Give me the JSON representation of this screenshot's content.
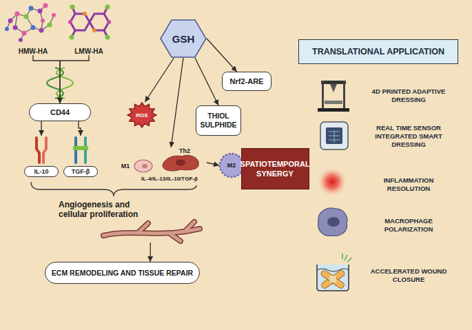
{
  "diagram": {
    "nodes": [
      {
        "text": [
          "HMW-HA"
        ]
      },
      {
        "text": [
          "LMW-HA"
        ]
      },
      {
        "text": [
          "CD44"
        ]
      },
      {
        "text": [
          "IL-10"
        ]
      },
      {
        "text": [
          "TGF-β"
        ]
      },
      {
        "text": [
          "Angiogenesis and cellular proliferation"
        ]
      },
      {
        "text": [
          "ECM REMODELING AND TISSUE REPAIR"
        ]
      },
      {
        "text": [
          "GSH"
        ]
      },
      {
        "text": [
          "ROS"
        ]
      },
      {
        "text": [
          "THIOL SULPHIDE"
        ]
      },
      {
        "text": [
          "Nrf2-ARE"
        ]
      },
      {
        "text": [
          "M1"
        ]
      },
      {
        "text": [
          "Th2",
          "IL-4/IL-13/IL-10/TGF-β"
        ]
      },
      {
        "text": [
          "M2"
        ]
      },
      {
        "text": [
          "SPATIOTEMPORAL SYNERGY"
        ]
      },
      {
        "text": [
          "TRANSLATIONAL APPLICATION"
        ]
      }
    ],
    "edges": [
      {
        "from": 0,
        "to": 2,
        "arrow": "to"
      },
      {
        "from": 1,
        "to": 2,
        "arrow": "to"
      },
      {
        "from": 2,
        "to": 3,
        "arrow": "to"
      },
      {
        "from": 2,
        "to": 4,
        "arrow": "to"
      },
      {
        "from": 7,
        "to": 8,
        "arrow": "to"
      },
      {
        "from": 7,
        "to": 12,
        "arrow": "to"
      },
      {
        "from": 7,
        "to": 9,
        "arrow": "to"
      },
      {
        "from": 7,
        "to": 10,
        "arrow": "to"
      },
      {
        "from": 12,
        "to": 13,
        "arrow": "to"
      },
      {
        "from": 5,
        "to": 6,
        "arrow": "to"
      }
    ],
    "labels": [
      "4D PRINTED ADAPTIVE DRESSING",
      "REAL TIME SENSOR INTEGRATED SMART DRESSING",
      "INFLAMMATION RESOLUTION",
      "MACROPHAGE POLARIZATION",
      "ACCELERATED WOUND CLOSURE"
    ]
  }
}
